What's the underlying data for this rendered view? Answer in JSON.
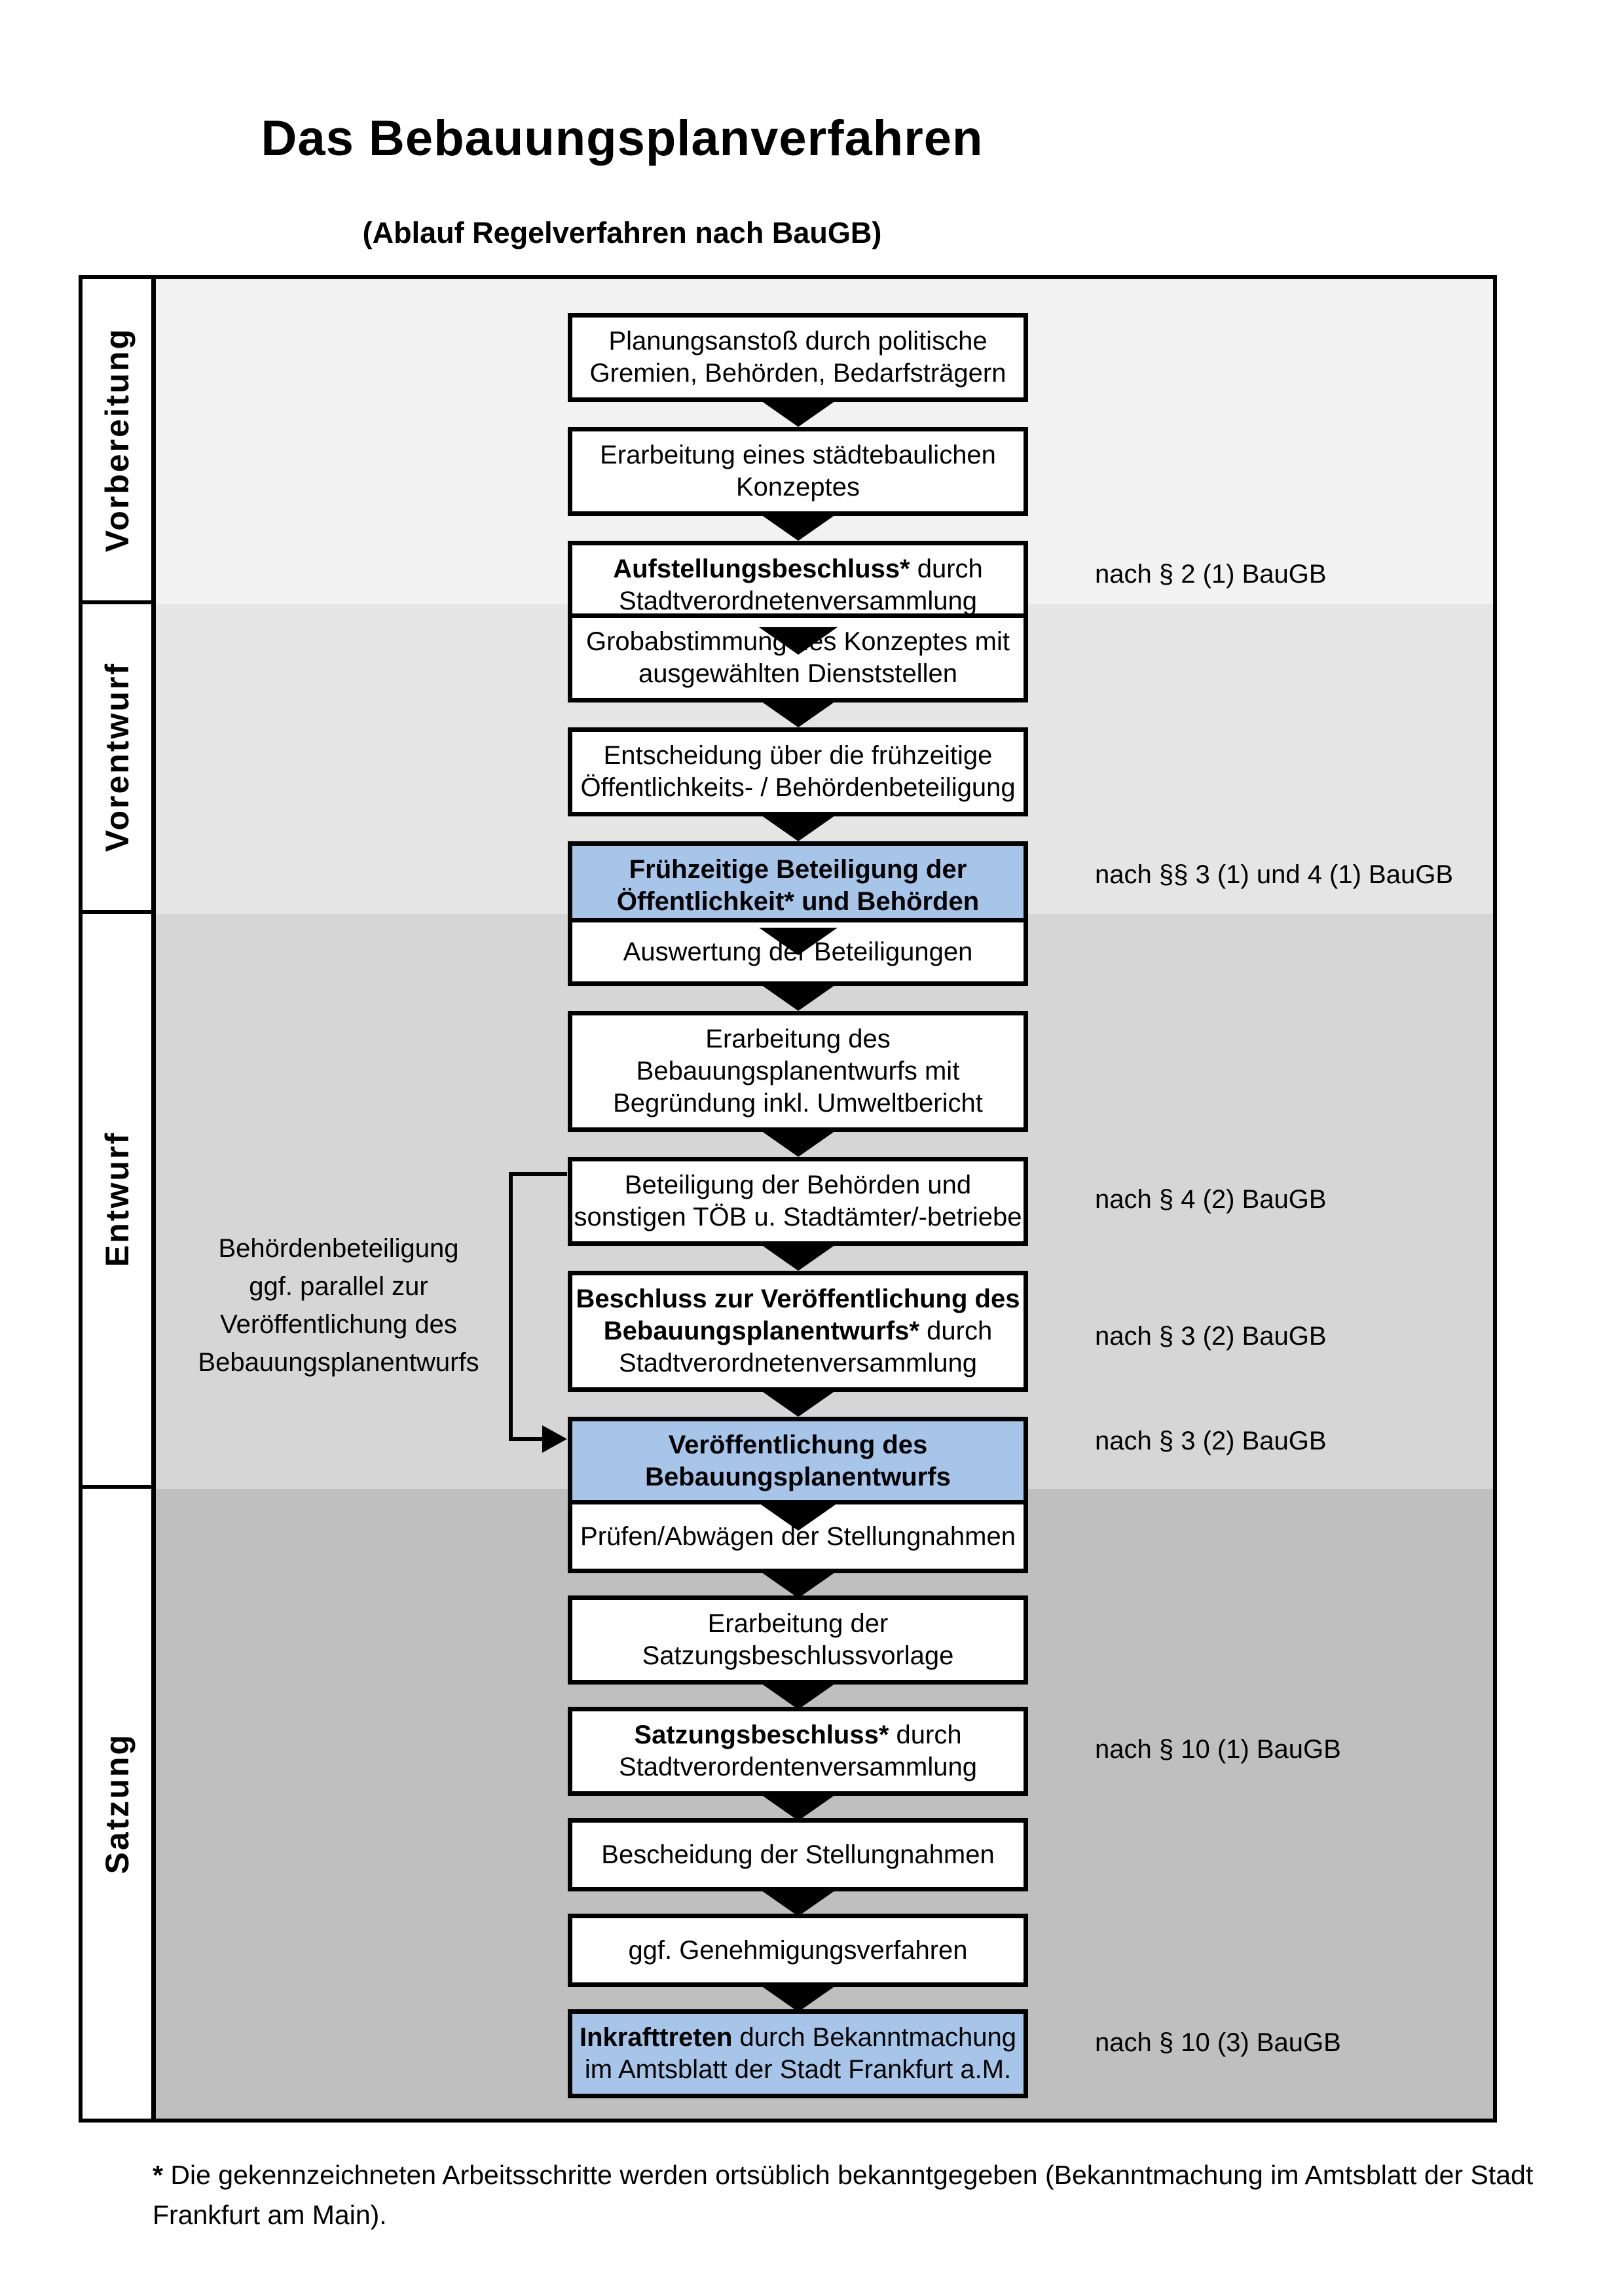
{
  "title": "Das Bebauungsplanverfahren",
  "subtitle": "(Ablauf Regelverfahren nach BauGB)",
  "colors": {
    "highlight_blue": "#a6c5e8",
    "band_vorbereitung": "#f2f2f2",
    "band_vorentwurf": "#e5e5e5",
    "band_entwurf": "#d6d6d6",
    "band_satzung": "#bfbfbf"
  },
  "sections": [
    {
      "label": "Vorbereitung",
      "band_color_key": "band_vorbereitung",
      "boxes": [
        {
          "lines": [
            [
              {
                "t": "Planungsanstoß durch politische"
              }
            ],
            [
              {
                "t": "Gremien, Behörden, Bedarfsträgern"
              }
            ]
          ]
        },
        {
          "lines": [
            [
              {
                "t": "Erarbeitung eines städtebaulichen"
              }
            ],
            [
              {
                "t": "Konzeptes"
              }
            ]
          ]
        },
        {
          "lines": [
            [
              {
                "t": "Aufstellungsbeschluss*",
                "b": true
              },
              {
                "t": " durch"
              }
            ],
            [
              {
                "t": "Stadtverordnetenversammlung"
              }
            ]
          ]
        }
      ]
    },
    {
      "label": "Vorentwurf",
      "band_color_key": "band_vorentwurf",
      "boxes": [
        {
          "lines": [
            [
              {
                "t": "Grobabstimmung des Konzeptes mit"
              }
            ],
            [
              {
                "t": "ausgewählten Dienststellen"
              }
            ]
          ]
        },
        {
          "lines": [
            [
              {
                "t": "Entscheidung über die frühzeitige"
              }
            ],
            [
              {
                "t": "Öffentlichkeits- / Behördenbeteiligung"
              }
            ]
          ]
        },
        {
          "blue": true,
          "lines": [
            [
              {
                "t": "Frühzeitige Beteiligung der",
                "b": true
              }
            ],
            [
              {
                "t": "Öffentlichkeit* und Behörden",
                "b": true
              }
            ]
          ]
        }
      ]
    },
    {
      "label": "Entwurf",
      "band_color_key": "band_entwurf",
      "boxes": [
        {
          "lines": [
            [
              {
                "t": "Auswertung der Beteiligungen"
              }
            ]
          ]
        },
        {
          "lines": [
            [
              {
                "t": "Erarbeitung des"
              }
            ],
            [
              {
                "t": "Bebauungsplanentwurfs mit"
              }
            ],
            [
              {
                "t": "Begründung inkl. Umweltbericht"
              }
            ]
          ]
        },
        {
          "lines": [
            [
              {
                "t": "Beteiligung der Behörden und"
              }
            ],
            [
              {
                "t": "sonstigen TÖB u. Stadtämter/-betriebe"
              }
            ]
          ]
        },
        {
          "lines": [
            [
              {
                "t": "Beschluss zur Veröffentlichung des",
                "b": true
              }
            ],
            [
              {
                "t": "Bebauungsplanentwurfs*",
                "b": true
              },
              {
                "t": " durch"
              }
            ],
            [
              {
                "t": "Stadtverordnetenversammlung"
              }
            ]
          ]
        },
        {
          "blue": true,
          "lines": [
            [
              {
                "t": "Veröffentlichung des",
                "b": true
              }
            ],
            [
              {
                "t": "Bebauungsplanentwurfs",
                "b": true
              }
            ]
          ]
        }
      ]
    },
    {
      "label": "Satzung",
      "band_color_key": "band_satzung",
      "boxes": [
        {
          "lines": [
            [
              {
                "t": "Prüfen/Abwägen der Stellungnahmen"
              }
            ]
          ]
        },
        {
          "lines": [
            [
              {
                "t": "Erarbeitung der"
              }
            ],
            [
              {
                "t": "Satzungsbeschlussvorlage"
              }
            ]
          ]
        },
        {
          "lines": [
            [
              {
                "t": "Satzungsbeschluss*",
                "b": true
              },
              {
                "t": " durch"
              }
            ],
            [
              {
                "t": "Stadtverordentenversammlung"
              }
            ]
          ]
        },
        {
          "lines": [
            [
              {
                "t": "Bescheidung der Stellungnahmen"
              }
            ]
          ]
        },
        {
          "lines": [
            [
              {
                "t": "ggf. Genehmigungsverfahren"
              }
            ]
          ]
        },
        {
          "blue": true,
          "lines": [
            [
              {
                "t": "Inkrafttreten",
                "b": true
              },
              {
                "t": " durch Bekanntmachung"
              }
            ],
            [
              {
                "t": "im Amtsblatt der Stadt Frankfurt a.M."
              }
            ]
          ]
        }
      ]
    }
  ],
  "notes": [
    {
      "text": "nach § 2 (1) BauGB"
    },
    {
      "text": "nach §§ 3 (1) und 4 (1) BauGB"
    },
    {
      "text": "nach § 4 (2) BauGB"
    },
    {
      "text": "nach § 3 (2) BauGB"
    },
    {
      "text": "nach § 3 (2) BauGB"
    },
    {
      "text": "nach § 10 (1) BauGB"
    },
    {
      "text": "nach § 10 (3) BauGB"
    }
  ],
  "side_note": "Behördenbeteiligung\nggf. parallel zur\nVeröffentlichung des\nBebauungsplanentwurfs",
  "footnote": {
    "star": "*",
    "text": " Die gekennzeichneten Arbeitsschritte werden ortsüblich bekanntgegeben (Bekanntmachung im Amtsblatt  der Stadt Frankfurt am Main)."
  }
}
